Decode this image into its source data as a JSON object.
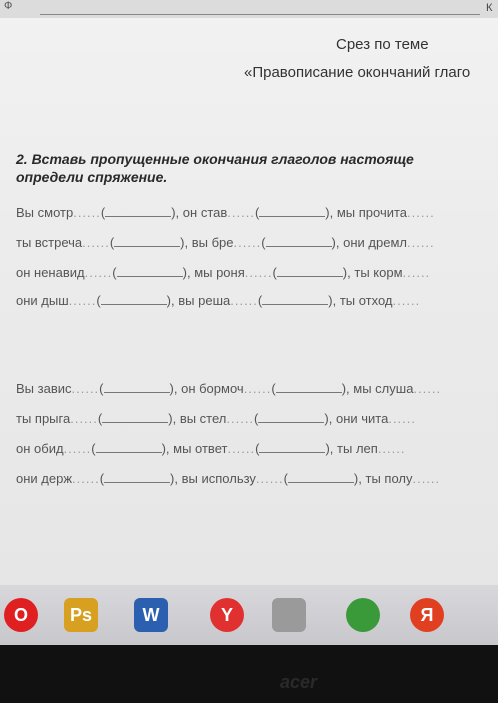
{
  "document": {
    "header_left": "Ф",
    "header_right": "К",
    "title": "Срез по теме",
    "subtitle": "«Правописание окончаний глаго",
    "task": {
      "line1": "2. Вставь пропущенные окончания глаголов настояще",
      "line2": "определи спряжение."
    },
    "rows": [
      {
        "a": "Вы смотр",
        "b": "он став",
        "c": "мы прочита"
      },
      {
        "a": "ты встреча",
        "b": "вы бре",
        "c": "они дремл"
      },
      {
        "a": "он ненавид",
        "b": "мы роня",
        "c": "ты корм"
      },
      {
        "a": "они дыш",
        "b": "вы реша",
        "c": "ты отход"
      },
      {
        "a": "Вы завис",
        "b": "он бормоч",
        "c": "мы слуша"
      },
      {
        "a": "ты прыга",
        "b": "вы стел",
        "c": "они чита"
      },
      {
        "a": "он обид",
        "b": "мы ответ",
        "c": "ты леп"
      },
      {
        "a": "они держ",
        "b": "вы использу",
        "c": "ты полу"
      }
    ]
  },
  "taskbar": {
    "apps": [
      {
        "name": "opera",
        "label": "O",
        "color": "#e02020"
      },
      {
        "name": "photoshop",
        "label": "Ps",
        "color": "#d8a020"
      },
      {
        "name": "word",
        "label": "W",
        "color": "#2b5fb0"
      },
      {
        "name": "yandex",
        "label": "Y",
        "color": "#e03030"
      },
      {
        "name": "image-viewer",
        "label": "",
        "color": "#9a9a9a"
      },
      {
        "name": "chrome",
        "label": "",
        "color": "#3a9a3a"
      },
      {
        "name": "yandex-browser",
        "label": "Я",
        "color": "#e04020"
      }
    ]
  },
  "bezel_logo": "acer"
}
